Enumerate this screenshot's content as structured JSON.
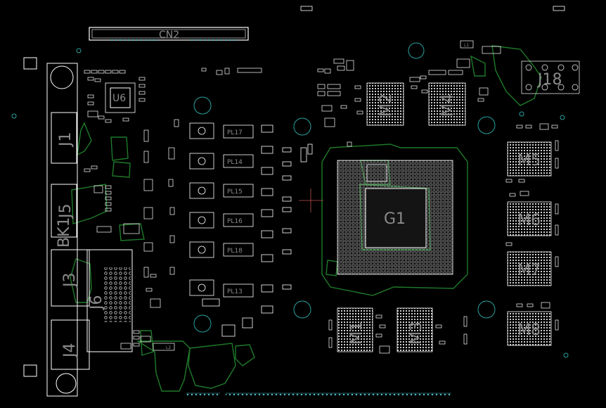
{
  "colors": {
    "background": "#000000",
    "outline": "#ffffff",
    "label": "#8a8a8a",
    "trace": "#1f7a2a",
    "hole": "#2aa0a0",
    "connector_pins": "#4fb8c0"
  },
  "labels": {
    "cn2": "CN2",
    "j18": "J18",
    "j1": "J1",
    "j5": "J5",
    "bk1": "BK1",
    "j3": "J3",
    "j6": "J6",
    "j4": "J4",
    "u6": "U6",
    "g1": "G1",
    "m2": "M2",
    "m4": "M4",
    "m1": "M1",
    "m3": "M3",
    "m5": "M5",
    "m6": "M6",
    "m7": "M7",
    "m8": "M8",
    "pl17": "PL17",
    "pl14": "PL14",
    "pl15": "PL15",
    "pl16": "PL16",
    "pl18": "PL18",
    "pl13": "PL13",
    "l1": "L1",
    "l2": "L2"
  }
}
